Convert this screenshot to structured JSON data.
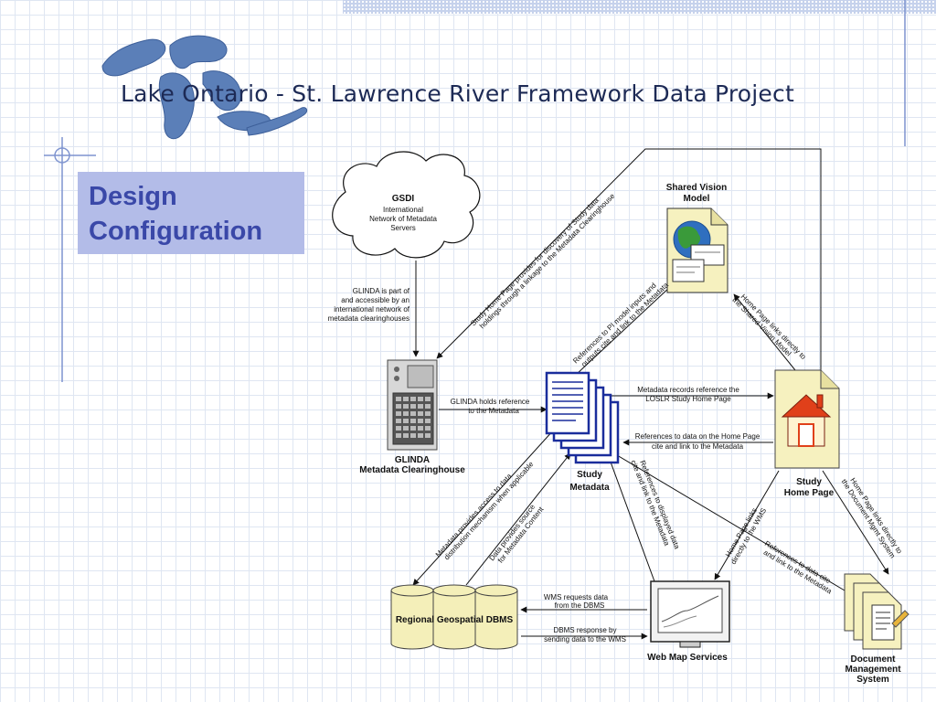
{
  "header": {
    "title": "Lake Ontario - St. Lawrence River Framework Data Project"
  },
  "slide": {
    "heading_line1": "Design",
    "heading_line2": "Configuration"
  },
  "nodes": {
    "gsdi": {
      "title": "GSDI",
      "line1": "International",
      "line2": "Network of Metadata",
      "line3": "Servers"
    },
    "shared_vision": {
      "line1": "Shared Vision",
      "line2": "Model"
    },
    "glinda": {
      "title": "GLINDA",
      "subtitle": "Metadata Clearinghouse"
    },
    "study_metadata": {
      "line1": "Study",
      "line2": "Metadata"
    },
    "study_home": {
      "line1": "Study",
      "line2": "Home Page"
    },
    "regional_dbms": {
      "label": "Regional Geospatial DBMS"
    },
    "web_map": {
      "label": "Web Map Services"
    },
    "doc_mgmt": {
      "line1": "Document",
      "line2": "Management",
      "line3": "System"
    }
  },
  "edges": {
    "gsdi_glinda": [
      "GLINDA is part of",
      "and accessible by an",
      "international network of",
      "metadata clearinghouses"
    ],
    "home_glinda": [
      "Study Home Page provides for discovery of Study data",
      "holdings through a linkage to the Metadata Clearinghouse"
    ],
    "meta_shared": [
      "References to PI model inputs and",
      "outputs cite and link to the Metadata"
    ],
    "home_shared": [
      "Home Page links directly to",
      "the Shared Vision Model"
    ],
    "glinda_meta": [
      "GLINDA holds reference",
      "to the Metadata"
    ],
    "meta_home": [
      "Metadata records reference the",
      "LOSLR Study Home Page"
    ],
    "home_meta": [
      "References to data on the Home Page",
      "cite and link to the Metadata"
    ],
    "meta_dbms": [
      "Metadata provides access to data",
      "distribution mechanism when applicable"
    ],
    "dbms_meta": [
      "Data provides source",
      "for Metadata Content"
    ],
    "wms_meta": [
      "References to displayed data",
      "cite and link to the Metadata"
    ],
    "home_wms": [
      "Home Page links",
      "directly to the WMS"
    ],
    "home_doc": [
      "Home Page links directly to",
      "the Document Mgmt System"
    ],
    "doc_meta": [
      "References to data cite",
      "and link to the Metadata"
    ],
    "wms_dbms": [
      "WMS requests data",
      "from the DBMS"
    ],
    "dbms_wms": [
      "DBMS response by",
      "sending data to the WMS"
    ]
  },
  "colors": {
    "heading_box": "#b3bce8",
    "heading_text": "#3a48a8",
    "header_text": "#1d2a55",
    "lake_blue": "#5b7fb8",
    "metadata_blue": "#1a2d9c",
    "cylinder_yellow": "#f4efb9",
    "page_yellow": "#f6f1bf"
  }
}
